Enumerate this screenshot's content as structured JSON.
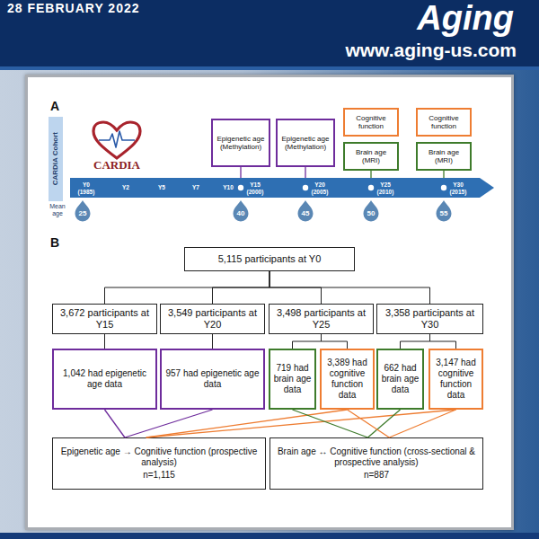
{
  "diagram": {
    "nodes": [
      {
        "text": [
          "CARDIA Cohort"
        ]
      },
      {
        "text": [
          "Epigenetic age (Methylation)"
        ]
      },
      {
        "text": [
          "Epigenetic age (Methylation)"
        ]
      },
      {
        "text": [
          "Cognitive function"
        ]
      },
      {
        "text": [
          "Brain age (MRI)"
        ]
      },
      {
        "text": [
          "Cognitive function"
        ]
      },
      {
        "text": [
          "Brain age (MRI)"
        ]
      },
      {
        "text": [
          "Y0 (1985)",
          "Y2",
          "Y5",
          "Y7",
          "Y10",
          "Y15 (2000)",
          "Y20 (2005)",
          "Y25 (2010)",
          "Y30 (2015)"
        ]
      },
      {
        "text": [
          "25"
        ]
      },
      {
        "text": [
          "40"
        ]
      },
      {
        "text": [
          "45"
        ]
      },
      {
        "text": [
          "50"
        ]
      },
      {
        "text": [
          "55"
        ]
      },
      {
        "text": [
          "5,115 participants at Y0"
        ]
      },
      {
        "text": [
          "3,672 participants at Y15"
        ]
      },
      {
        "text": [
          "3,549 participants at Y20"
        ]
      },
      {
        "text": [
          "3,498 participants at Y25"
        ]
      },
      {
        "text": [
          "3,358 participants at Y30"
        ]
      },
      {
        "text": [
          "1,042 had epigenetic age data"
        ]
      },
      {
        "text": [
          "957 had epigenetic age data"
        ]
      },
      {
        "text": [
          "719 had brain age data"
        ]
      },
      {
        "text": [
          "3,389 had cognitive function data"
        ]
      },
      {
        "text": [
          "662 had brain age data"
        ]
      },
      {
        "text": [
          "3,147 had cognitive function data"
        ]
      },
      {
        "text": [
          "Epigenetic age → Cognitive function (prospective analysis)",
          "n=1,115"
        ]
      },
      {
        "text": [
          "Brain age ↔ Cognitive function (cross-sectional & prospective analysis)",
          "n=887"
        ]
      }
    ],
    "edges": [
      {
        "from": 1,
        "to": 7,
        "arrow": "none"
      },
      {
        "from": 2,
        "to": 7,
        "arrow": "none"
      },
      {
        "from": 4,
        "to": 7,
        "arrow": "none"
      },
      {
        "from": 6,
        "to": 7,
        "arrow": "none"
      },
      {
        "from": 13,
        "to": 14,
        "arrow": "none"
      },
      {
        "from": 13,
        "to": 15,
        "arrow": "none"
      },
      {
        "from": 13,
        "to": 16,
        "arrow": "none"
      },
      {
        "from": 13,
        "to": 17,
        "arrow": "none"
      },
      {
        "from": 14,
        "to": 18,
        "arrow": "none"
      },
      {
        "from": 15,
        "to": 19,
        "arrow": "none"
      },
      {
        "from": 16,
        "to": 20,
        "arrow": "none"
      },
      {
        "from": 16,
        "to": 21,
        "arrow": "none"
      },
      {
        "from": 17,
        "to": 22,
        "arrow": "none"
      },
      {
        "from": 17,
        "to": 23,
        "arrow": "none"
      },
      {
        "from": 18,
        "to": 24,
        "arrow": "none"
      },
      {
        "from": 19,
        "to": 24,
        "arrow": "none"
      },
      {
        "from": 21,
        "to": 24,
        "arrow": "none"
      },
      {
        "from": 23,
        "to": 24,
        "arrow": "none"
      },
      {
        "from": 20,
        "to": 25,
        "arrow": "none"
      },
      {
        "from": 22,
        "to": 25,
        "arrow": "none"
      },
      {
        "from": 21,
        "to": 25,
        "arrow": "none"
      },
      {
        "from": 23,
        "to": 25,
        "arrow": "none"
      }
    ],
    "labels": [
      "28 FEBRUARY 2022",
      "Aging",
      "www.aging-us.com",
      "A",
      "CARDIA",
      "Mean age",
      "B"
    ]
  }
}
